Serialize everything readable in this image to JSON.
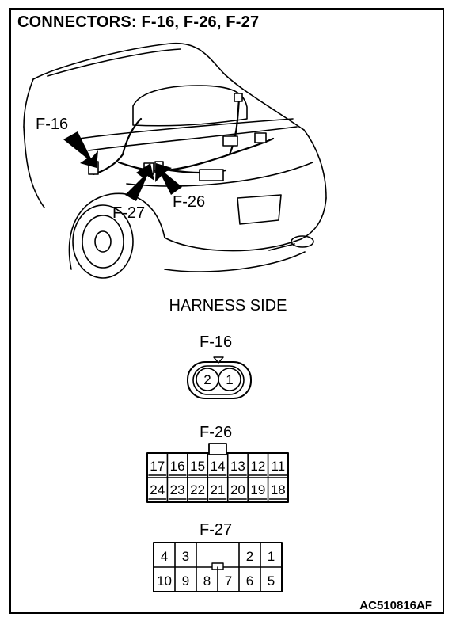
{
  "title": "CONNECTORS: F-16, F-26, F-27",
  "callouts": {
    "f16": "F-16",
    "f27": "F-27",
    "f26": "F-26"
  },
  "harness_side": "HARNESS SIDE",
  "connectors": {
    "f16": {
      "name": "F-16",
      "pins": [
        "2",
        "1"
      ]
    },
    "f26": {
      "name": "F-26",
      "top_row": [
        "17",
        "16",
        "15",
        "14",
        "13",
        "12",
        "11"
      ],
      "bottom_row": [
        "24",
        "23",
        "22",
        "21",
        "20",
        "19",
        "18"
      ]
    },
    "f27": {
      "name": "F-27",
      "top_left": [
        "4",
        "3"
      ],
      "top_right": [
        "2",
        "1"
      ],
      "bottom_row": [
        "10",
        "9",
        "8",
        "7",
        "6",
        "5"
      ]
    }
  },
  "figure_code": "AC510816AF"
}
